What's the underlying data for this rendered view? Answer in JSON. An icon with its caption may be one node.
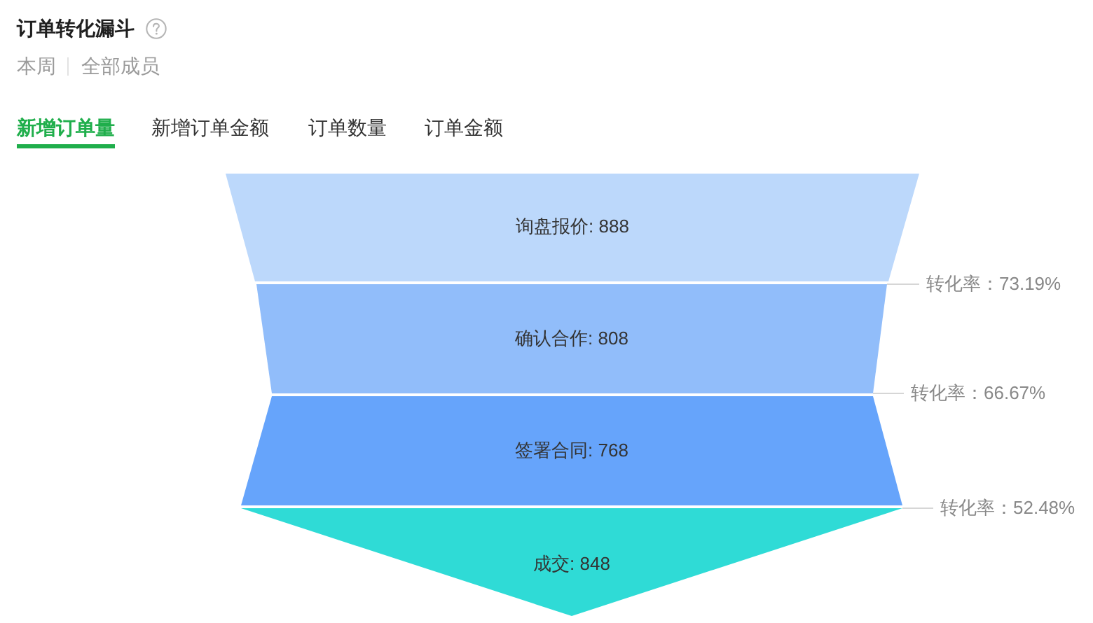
{
  "diagram": {
    "title": "订单转化漏斗",
    "nodes": [
      {
        "text": [
          "询盘报价: 888"
        ]
      },
      {
        "text": [
          "确认合作: 808"
        ]
      },
      {
        "text": [
          "签署合同: 768"
        ]
      },
      {
        "text": [
          "成交: 848"
        ]
      },
      {
        "text": [
          "转化率：73.19%"
        ]
      },
      {
        "text": [
          "转化率：66.67%"
        ]
      },
      {
        "text": [
          "转化率：52.48%"
        ]
      }
    ],
    "edges": [
      {
        "from": 4,
        "to": 1,
        "arrow": "none"
      },
      {
        "from": 5,
        "to": 1,
        "arrow": "none"
      },
      {
        "from": 6,
        "to": 3,
        "arrow": "none"
      }
    ],
    "labels": [
      "本周",
      "全部成员",
      "新增订单量",
      "新增订单金额",
      "订单数量",
      "订单金额"
    ]
  }
}
